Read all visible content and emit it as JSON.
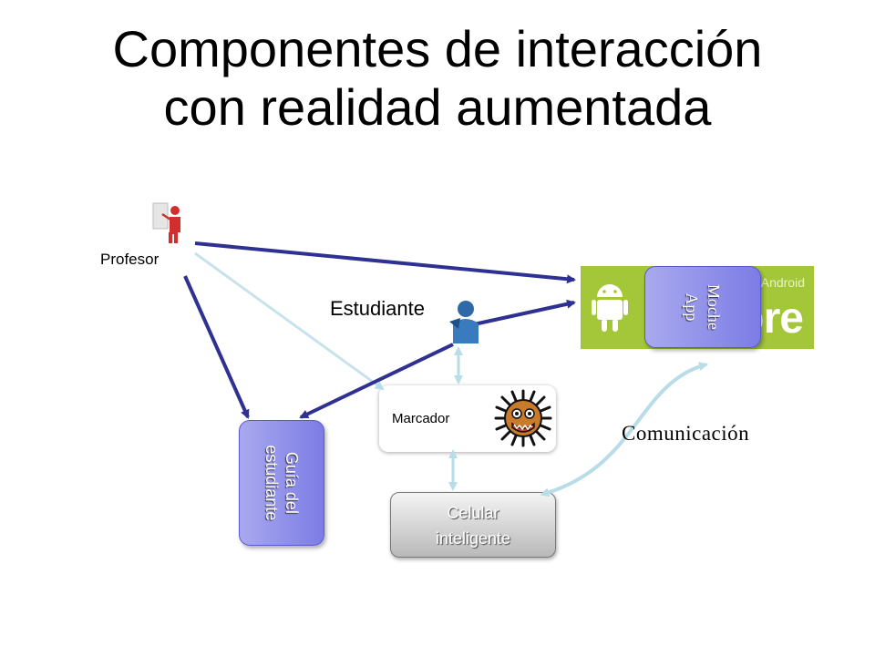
{
  "title_line1": "Componentes de interacción",
  "title_line2": "con realidad aumentada",
  "profesor": "Profesor",
  "estudiante": "Estudiante",
  "guia": {
    "line1": "Guía del",
    "line2": "estudiante"
  },
  "marcador": "Marcador",
  "celular": {
    "line1": "Celular",
    "line2": "inteligente"
  },
  "moche": {
    "line1": "Moche",
    "line2": "App"
  },
  "store": {
    "small": "Android",
    "big": "Store"
  },
  "comunicacion": "Comunicación",
  "colors": {
    "arrow_dark": "#2e3192",
    "arrow_light": "#b8dce8",
    "box_blue": "#8a8ae8",
    "android_green": "#a4c639"
  },
  "icons": [
    "teacher-icon",
    "student-icon",
    "monster-marker-icon",
    "android-robot-icon"
  ]
}
